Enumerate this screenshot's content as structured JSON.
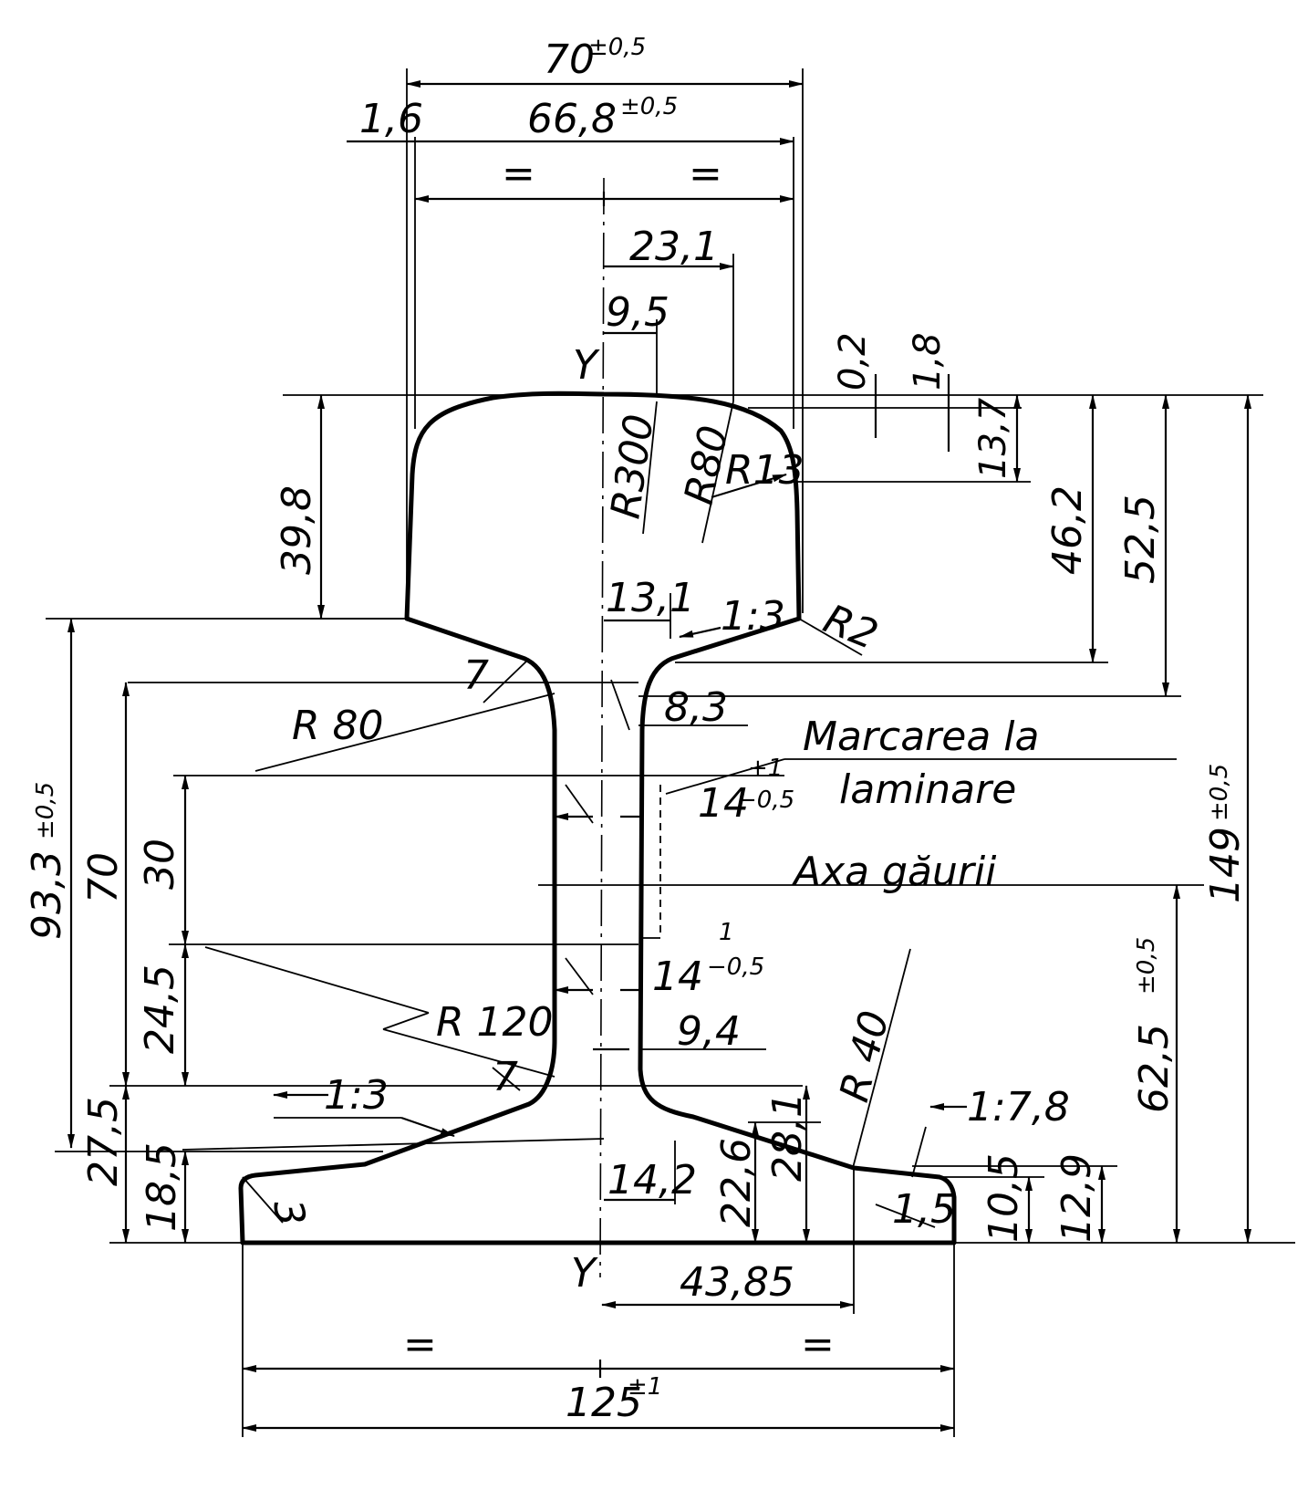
{
  "axis_label_top": "Y",
  "axis_label_bottom": "Y",
  "notes": {
    "marking_line1": "Marcarea la",
    "marking_line2": "laminare",
    "hole_axis": "Axa găurii"
  },
  "dimensions": {
    "head_width": "70",
    "head_width_tol": "±0,5",
    "head_inner_width": "66,8",
    "head_inner_tol": "±0,5",
    "offset_1_6": "1,6",
    "eq_top_left": "=",
    "eq_top_right": "=",
    "d_23_1": "23,1",
    "d_9_5": "9,5",
    "d_0_2": "0,2",
    "d_1_8": "1,8",
    "d_13_7": "13,7",
    "d_46_2": "46,2",
    "d_52_5": "52,5",
    "d_39_8": "39,8",
    "r300": "R300",
    "r80_head": "R80",
    "r13": "R13",
    "r2": "R2",
    "d_13_1": "13,1",
    "slope_head": "1:3",
    "r7_upper": "7",
    "r80_web": "R 80",
    "d_8_3": "8,3",
    "web_thk_upper": "14",
    "web_upper_tol_plus": "+1",
    "web_upper_tol_minus": "−0,5",
    "total_height": "149",
    "total_height_tol": "±0,5",
    "d_93_3": "93,3",
    "d_93_3_tol": "±0,5",
    "d_70": "70",
    "d_30": "30",
    "web_thk_lower": "14",
    "web_lower_tol_plus": "1",
    "web_lower_tol_minus": "−0,5",
    "d_24_5": "24,5",
    "r120": "R 120",
    "d_9_4": "9,4",
    "r40": "R 40",
    "d_62_5": "62,5",
    "d_62_5_tol": "±0,5",
    "r7_lower": "7",
    "slope_foot_left": "1:3",
    "slope_foot_right": "1:7,8",
    "d_28_1": "28,1",
    "d_22_6": "22,6",
    "d_27_5": "27,5",
    "d_18_5": "18,5",
    "r3": "3",
    "d_14_2": "14,2",
    "r1_5": "1,5",
    "d_10_5": "10,5",
    "d_12_9": "12,9",
    "d_43_85": "43,85",
    "eq_bottom_left": "=",
    "eq_bottom_right": "=",
    "foot_width": "125",
    "foot_width_tol": "±1"
  }
}
